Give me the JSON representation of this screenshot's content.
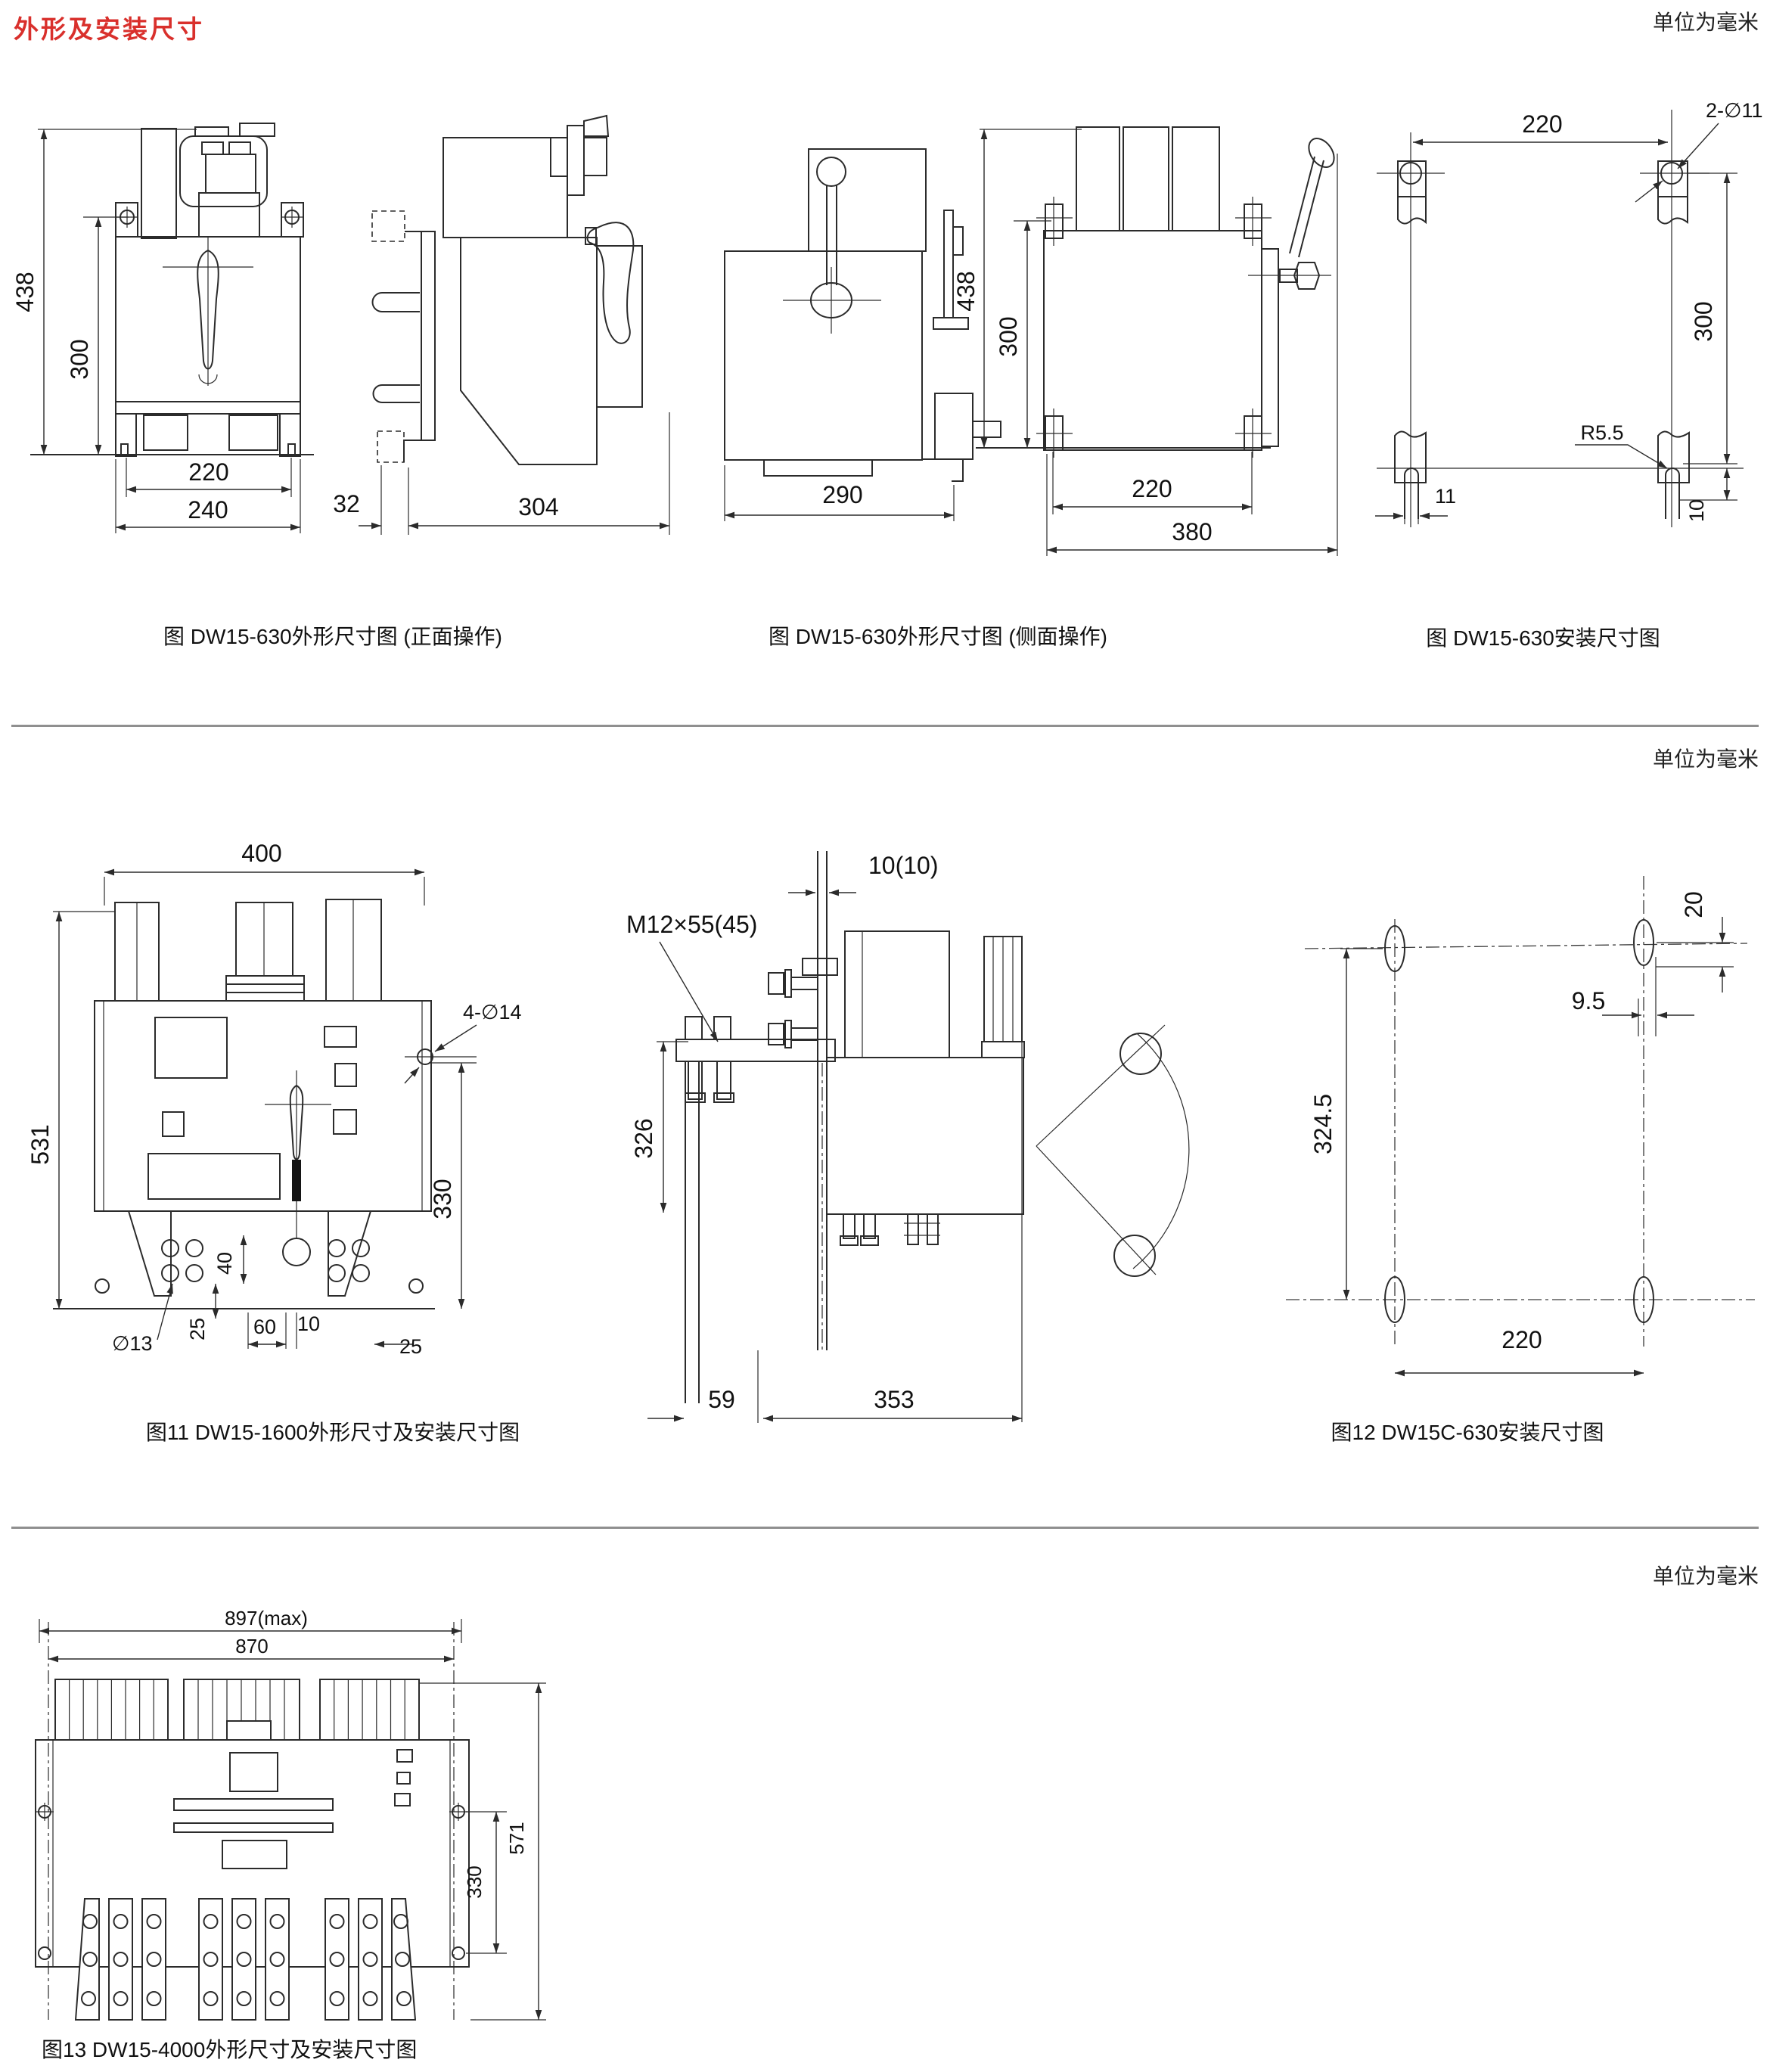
{
  "page": {
    "title": "外形及安装尺寸",
    "unit_note": "单位为毫米"
  },
  "figures": {
    "f630front": {
      "caption": "图 DW15-630外形尺寸图 (正面操作)",
      "dims": {
        "h438": "438",
        "h300": "300",
        "w220": "220",
        "w240": "240"
      }
    },
    "f630side": {
      "caption": "图 DW15-630外形尺寸图 (侧面操作)",
      "dims": {
        "d32": "32",
        "d304": "304",
        "d290": "290",
        "h438": "438",
        "h300": "300",
        "w220": "220",
        "w380": "380"
      }
    },
    "f630install": {
      "caption": "图 DW15-630安装尺寸图",
      "dims": {
        "w220": "220",
        "holes": "2-∅11",
        "h300": "300",
        "r55": "R5.5",
        "d11": "11",
        "d10": "10"
      }
    },
    "f1600": {
      "caption": "图11 DW15-1600外形尺寸及安装尺寸图",
      "dims": {
        "w400": "400",
        "h531": "531",
        "holes": "4-∅14",
        "h330": "330",
        "d40": "40",
        "d25a": "25",
        "d60": "60",
        "d10": "10",
        "d25b": "25",
        "d13": "∅13",
        "gap": "10(10)",
        "bolt": "M12×55(45)",
        "h326": "326",
        "d59": "59",
        "d353": "353"
      }
    },
    "f630c": {
      "caption": "图12 DW15C-630安装尺寸图",
      "dims": {
        "d20": "20",
        "d95": "9.5",
        "h3245": "324.5",
        "w220": "220"
      }
    },
    "f4000": {
      "caption": "图13 DW15-4000外形尺寸及安装尺寸图",
      "dims": {
        "wmax": "897(max)",
        "w870": "870",
        "h571": "571",
        "h330": "330"
      }
    }
  }
}
